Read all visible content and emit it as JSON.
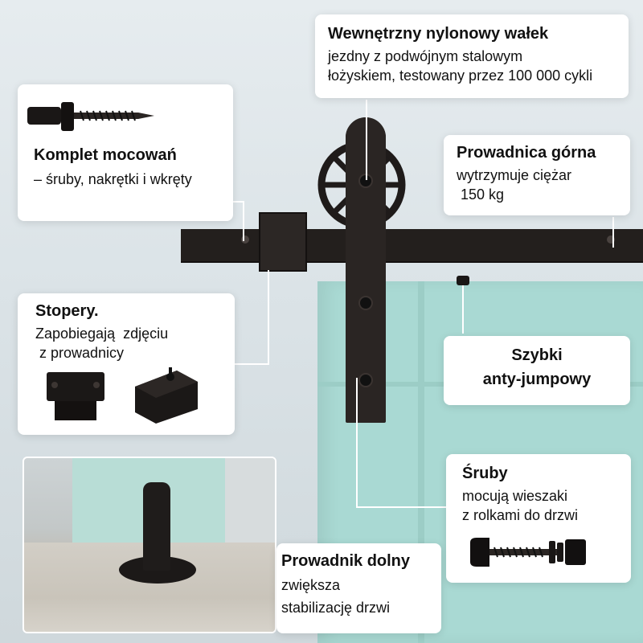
{
  "cards": {
    "roller": {
      "title": "Wewnętrzny nylonowy wałek",
      "line1": "jezdny z podwójnym stalowym",
      "line2": "łożyskiem, testowany przez 100 000 cykli"
    },
    "mounting": {
      "title": "Komplet mocowań",
      "line1": "– śruby, nakrętki i wkręty"
    },
    "track": {
      "title": "Prowadnica górna",
      "line1": "wytrzymuje ciężar",
      "line2": " 150 kg"
    },
    "stoppers": {
      "title": "Stopery.",
      "line1": "Zapobiegają  zdjęciu",
      "line2": " z prowadnicy"
    },
    "antijump": {
      "line1": "Szybki",
      "line2": "anty-jumpowy"
    },
    "screws": {
      "title": "Śruby",
      "line1": "mocują wieszaki",
      "line2": "z rolkami do drzwi"
    },
    "floor_guide": {
      "title": "Prowadnik dolny",
      "line1": "zwiększa",
      "line2": "stabilizację drzwi"
    }
  },
  "icons": {
    "bolt": "lag-bolt-icon",
    "stopper_a": "stopper-front-icon",
    "stopper_b": "stopper-angled-icon",
    "screw": "hanger-screw-icon"
  },
  "colors": {
    "hardware": "#231f1d",
    "door": "#a9d9d3",
    "card": "#ffffff"
  }
}
